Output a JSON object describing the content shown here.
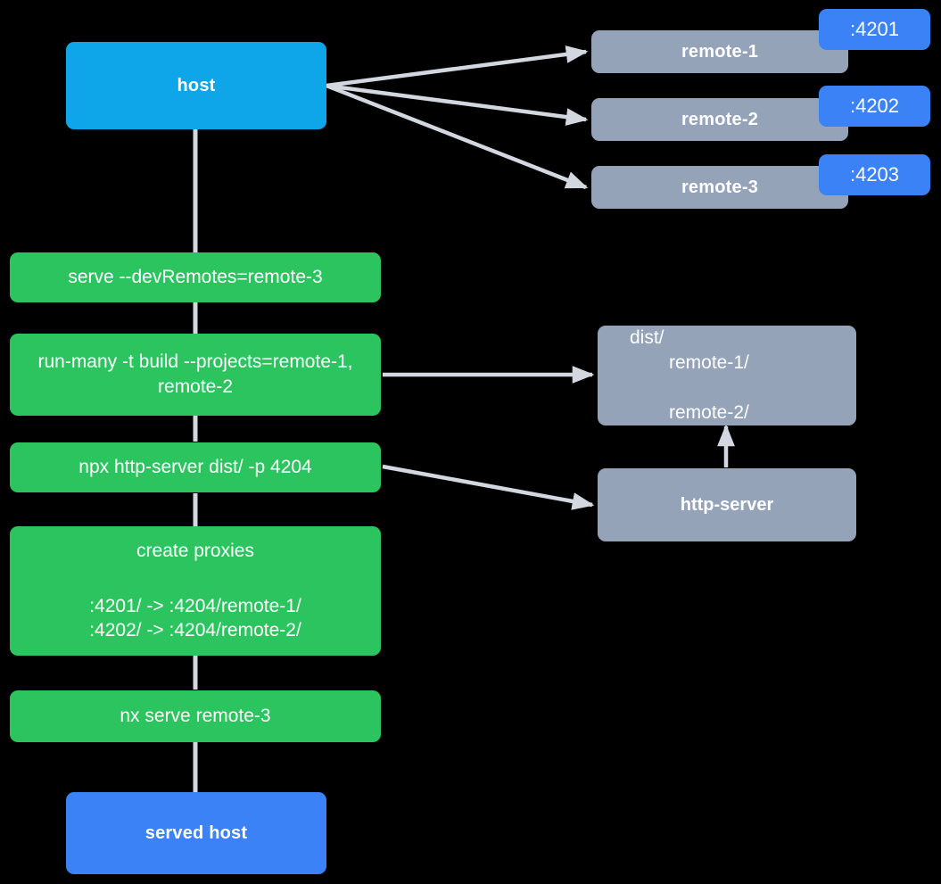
{
  "diagram": {
    "title": "Nx module federation host and remotes serve flow",
    "background_color": "#000000",
    "edge_color": "#D3D8E0",
    "colors": {
      "host_blue": "#0EA5E9",
      "served_blue": "#3B82F6",
      "badge_blue": "#3B82F6",
      "remote_gray": "#94A3B8",
      "command_green": "#2BC45E",
      "text_white": "#FFFFFF"
    }
  },
  "nodes": {
    "host": {
      "label": "host",
      "type": "host-node",
      "color": "#0EA5E9"
    },
    "served_host": {
      "label": "served host",
      "type": "served-host-node",
      "color": "#3B82F6"
    },
    "remotes": [
      {
        "label": "remote-1",
        "port": ":4201",
        "color": "#94A3B8",
        "badge_color": "#3B82F6"
      },
      {
        "label": "remote-2",
        "port": ":4202",
        "color": "#94A3B8",
        "badge_color": "#3B82F6"
      },
      {
        "label": "remote-3",
        "port": ":4203",
        "color": "#94A3B8",
        "badge_color": "#3B82F6"
      }
    ],
    "commands": [
      {
        "id": "serve",
        "label": "serve --devRemotes=remote-3"
      },
      {
        "id": "run-many",
        "label": "run-many -t build --projects=remote-1, remote-2"
      },
      {
        "id": "http-server-cmd",
        "label": "npx http-server dist/ -p 4204"
      },
      {
        "id": "create-proxies",
        "title": "create proxies",
        "lines": [
          ":4201/ -> :4204/remote-1/",
          ":4202/ -> :4204/remote-2/"
        ]
      },
      {
        "id": "nx-serve",
        "label": "nx serve remote-3"
      }
    ],
    "dist": {
      "root": "dist/",
      "children": [
        "remote-1/",
        "remote-2/"
      ],
      "color": "#94A3B8"
    },
    "http_server": {
      "label": "http-server",
      "color": "#94A3B8"
    }
  },
  "edges": [
    {
      "from": "host",
      "to": "remote-1",
      "arrow": true
    },
    {
      "from": "host",
      "to": "remote-2",
      "arrow": true
    },
    {
      "from": "host",
      "to": "remote-3",
      "arrow": true
    },
    {
      "from": "host",
      "to": "serve",
      "arrow": false
    },
    {
      "from": "serve",
      "to": "run-many",
      "arrow": false
    },
    {
      "from": "run-many",
      "to": "dist",
      "arrow": true
    },
    {
      "from": "run-many",
      "to": "http-server-cmd",
      "arrow": false
    },
    {
      "from": "http-server-cmd",
      "to": "http-server",
      "arrow": true
    },
    {
      "from": "http-server-cmd",
      "to": "create-proxies",
      "arrow": false
    },
    {
      "from": "http-server",
      "to": "dist",
      "arrow": true
    },
    {
      "from": "create-proxies",
      "to": "nx-serve",
      "arrow": false
    },
    {
      "from": "nx-serve",
      "to": "served-host",
      "arrow": false
    }
  ]
}
